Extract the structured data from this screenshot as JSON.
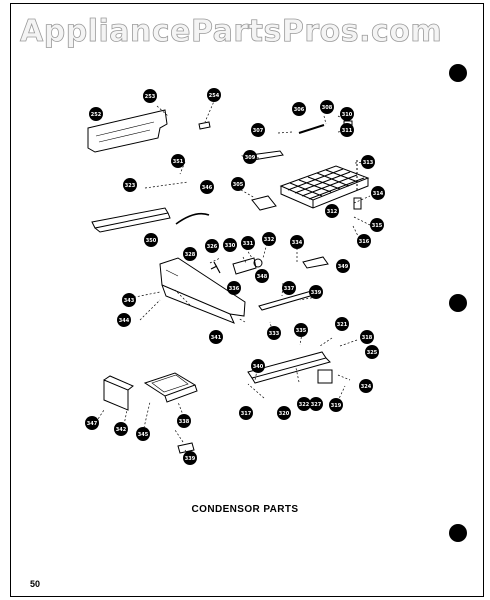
{
  "watermark": "AppliancePartsPros.com",
  "caption": "CONDENSOR PARTS",
  "page_number": "50",
  "callouts": [
    "252",
    "253",
    "254",
    "306",
    "308",
    "310",
    "311",
    "307",
    "309",
    "313",
    "351",
    "323",
    "346",
    "305",
    "312",
    "314",
    "315",
    "316",
    "350",
    "349",
    "326",
    "330",
    "331",
    "332",
    "334",
    "348",
    "328",
    "343",
    "336",
    "337",
    "339",
    "344",
    "341",
    "333",
    "335",
    "321",
    "318",
    "325",
    "340",
    "347",
    "342",
    "345",
    "338",
    "339",
    "317",
    "320",
    "327",
    "322",
    "319",
    "324"
  ]
}
